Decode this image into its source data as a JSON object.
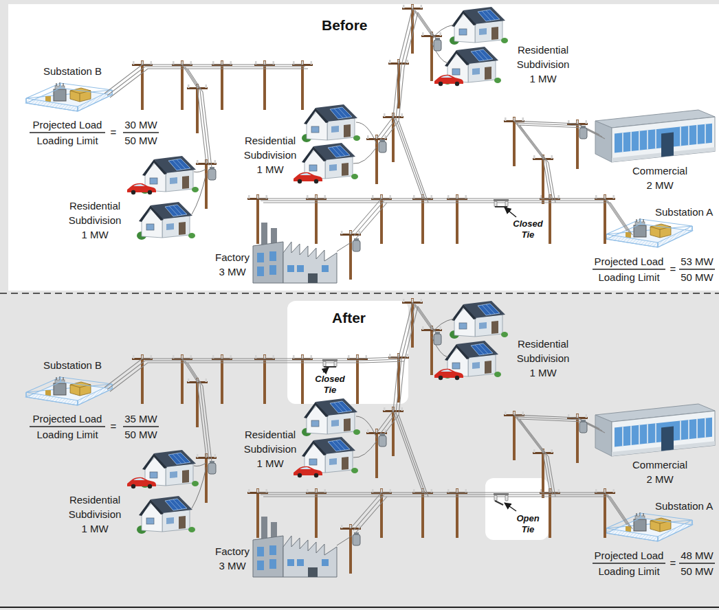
{
  "diagram": {
    "nodes": [
      {
        "text": [
          "Before"
        ]
      },
      {
        "text": [
          "After"
        ]
      }
    ],
    "labels": [
      "Residential Subdivision 1 MW",
      "Substation B",
      "Projected Load",
      "Loading Limit",
      "=",
      "30 MW",
      "50 MW",
      "Residential Subdivision 1 MW",
      "Commercial 2 MW",
      "Residential Subdivision 1 MW",
      "Substation A",
      "Closed Tie",
      "Factory 3 MW",
      "Projected Load",
      "Loading Limit",
      "=",
      "53 MW",
      "50 MW",
      "Residential Subdivision 1 MW",
      "Substation B",
      "Closed Tie",
      "Projected Load",
      "Loading Limit",
      "=",
      "35 MW",
      "50 MW",
      "Residential Subdivision 1 MW",
      "Commercial 2 MW",
      "Residential Subdivision 1 MW",
      "Substation A",
      "Open Tie",
      "Factory 3 MW",
      "Projected Load",
      "Loading Limit",
      "=",
      "48 MW",
      "50 MW"
    ]
  }
}
